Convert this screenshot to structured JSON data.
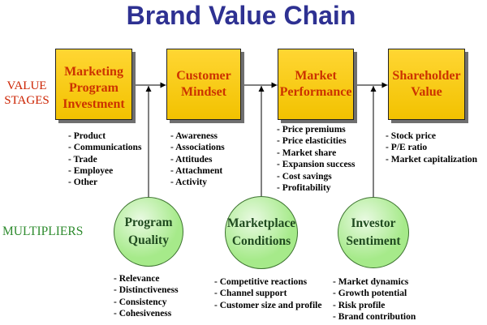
{
  "title": "Brand Value Chain",
  "row_labels": {
    "value_stages": [
      "VALUE",
      "STAGES"
    ],
    "multipliers": "MULTIPLIERS"
  },
  "stages": [
    {
      "lines": [
        "Marketing",
        "Program",
        "Investment"
      ],
      "items": [
        "Product",
        "Communications",
        "Trade",
        "Employee",
        "Other"
      ]
    },
    {
      "lines": [
        "Customer",
        "Mindset"
      ],
      "items": [
        "Awareness",
        "Associations",
        "Attitudes",
        "Attachment",
        "Activity"
      ]
    },
    {
      "lines": [
        "Market",
        "Performance"
      ],
      "items": [
        "Price premiums",
        "Price elasticities",
        "Market share",
        "Expansion success",
        "Cost savings",
        "Profitability"
      ]
    },
    {
      "lines": [
        "Shareholder",
        "Value"
      ],
      "items": [
        "Stock price",
        "P/E ratio",
        "Market capitalization"
      ]
    }
  ],
  "multipliers": [
    {
      "lines": [
        "Program",
        "Quality"
      ],
      "items": [
        "Relevance",
        "Distinctiveness",
        "Consistency",
        "Cohesiveness"
      ]
    },
    {
      "lines": [
        "Marketplace",
        "Conditions"
      ],
      "items": [
        "Competitive reactions",
        "Channel support",
        "Customer size and profile"
      ]
    },
    {
      "lines": [
        "Investor",
        "Sentiment"
      ],
      "items": [
        "Market dynamics",
        "Growth potential",
        "Risk profile",
        "Brand contribution"
      ]
    }
  ],
  "colors": {
    "title": "#2e3192",
    "value_stages_label": "#cc2200",
    "multipliers_label": "#2e8b2e",
    "stage_box_fill": "#ffcc00",
    "stage_text": "#cc3300",
    "multiplier_circle_fill": "#a6ea8a",
    "multiplier_text": "#1f4a1f"
  }
}
